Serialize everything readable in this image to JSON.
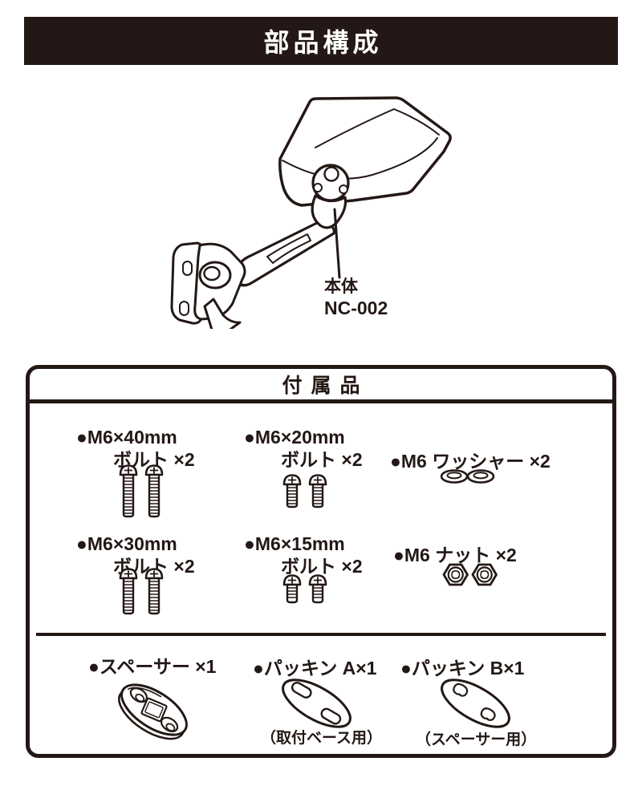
{
  "colors": {
    "ink": "#231815",
    "paper": "#ffffff"
  },
  "header": {
    "title": "部品構成"
  },
  "figure": {
    "part_label": "本体",
    "part_number": "NC-002"
  },
  "accessories": {
    "box_title": "付属品",
    "items": [
      {
        "line1": "●M6×40mm",
        "line2": "ボルト ×2"
      },
      {
        "line1": "●M6×20mm",
        "line2": "ボルト ×2"
      },
      {
        "line1": "●M6 ワッシャー ×2"
      },
      {
        "line1": "●M6×30mm",
        "line2": "ボルト ×2"
      },
      {
        "line1": "●M6×15mm",
        "line2": "ボルト ×2"
      },
      {
        "line1": "●M6 ナット ×2"
      },
      {
        "line1": "●スペーサー ×1"
      },
      {
        "line1": "●パッキン A×1",
        "caption": "（取付ベース用）"
      },
      {
        "line1": "●パッキン B×1",
        "caption": "（スペーサー用）"
      }
    ]
  }
}
